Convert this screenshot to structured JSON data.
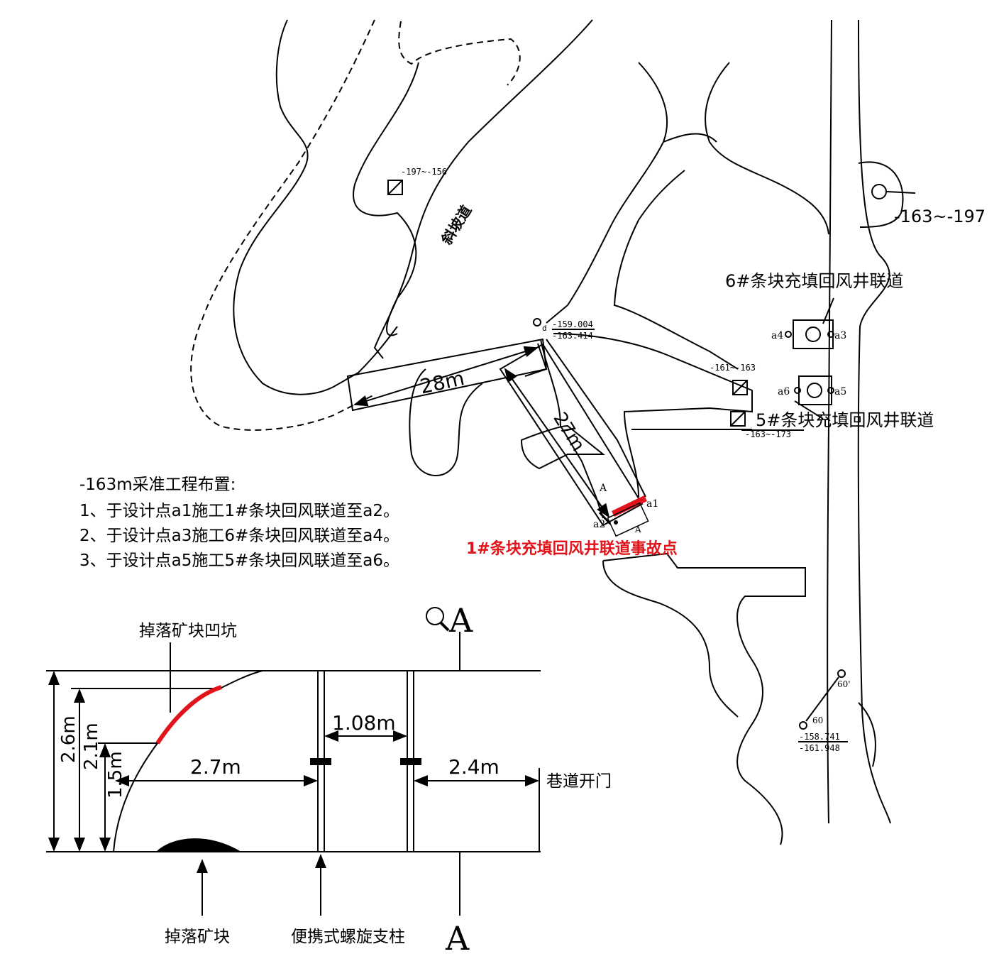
{
  "plan": {
    "incline_label": "斜坡道",
    "elevation_ne": "-163~-197",
    "shaft_label_left": "-197~-156",
    "point_d": "d",
    "elev_d_top": "-159.004",
    "elev_d_bottom": "-163.414",
    "elev_shaft_mid_top": "-161~-163",
    "elev_shaft_mid_bottom": "-163~-173",
    "road6_label": "6#条块充填回风井联道",
    "road5_label": "5#条块充填回风井联道",
    "dim_28": "28m",
    "dim_27": "27m",
    "section_marker": "A",
    "a1": "a1",
    "a2": "a2",
    "a3": "a3",
    "a4": "a4",
    "a5": "a5",
    "a6": "a6",
    "accident_label": "1#条块充填回风井联道事故点",
    "point_60": "60",
    "point_60prime": "60'",
    "elev_60_top": "-158.741",
    "elev_60_bottom": "-161.948"
  },
  "notes": {
    "title": "-163m采准工程布置:",
    "items": [
      "1、于设计点a1施工1#条块回风联道至a2。",
      "2、于设计点a3施工6#条块回风联道至a4。",
      "3、于设计点a5施工5#条块回风联道至a6。"
    ]
  },
  "section": {
    "marker_top": "A",
    "marker_bottom": "A",
    "pit_label": "掉落矿块凹坑",
    "dim_height_26": "2.6m",
    "dim_height_21": "2.1m",
    "dim_height_15": "1.5m",
    "dim_27": "2.7m",
    "dim_108": "1.08m",
    "dim_24": "2.4m",
    "door_label": "巷道开门",
    "rock_label": "掉落矿块",
    "pillar_label": "便携式螺旋支柱"
  },
  "colors": {
    "accent": "#e0141a",
    "line": "#000000"
  }
}
